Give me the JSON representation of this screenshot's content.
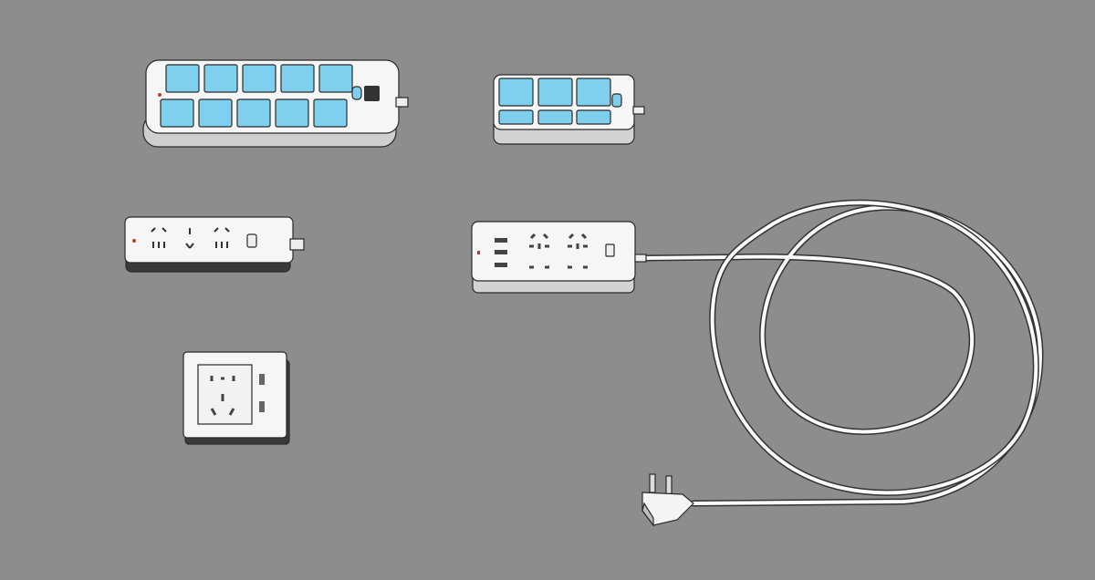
{
  "scene": {
    "objects": [
      {
        "name": "power-strip-10-outlet",
        "outlets": 10
      },
      {
        "name": "power-strip-6-outlet",
        "outlets": 6
      },
      {
        "name": "power-strip-3-outlet",
        "outlets": 3
      },
      {
        "name": "power-strip-usb-4-outlet",
        "outlets": 4,
        "usb_ports": 3
      },
      {
        "name": "wall-socket-usb",
        "outlets": 2,
        "usb_ports": 2
      },
      {
        "name": "power-cord-with-plug"
      }
    ],
    "colors": {
      "background": "#8d8d8d",
      "body": "#f4f4f4",
      "outlet_blue": "#7fd0ee",
      "indicator": "#c0392b",
      "switch_dark": "#333333"
    }
  }
}
